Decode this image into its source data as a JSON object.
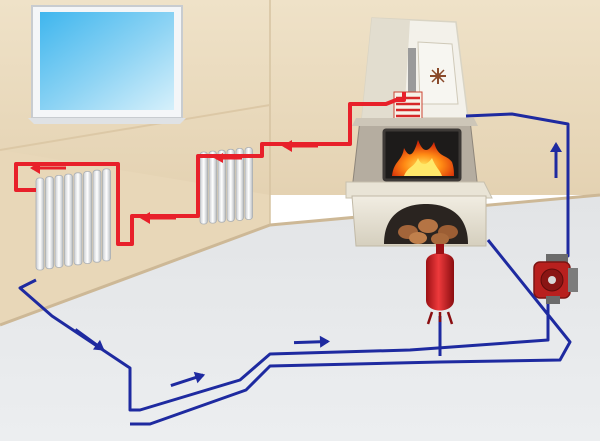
{
  "diagram": {
    "type": "fireplace-water-heating-circuit",
    "components": [
      {
        "id": "window",
        "icon": "window-icon"
      },
      {
        "id": "radiator-left",
        "icon": "radiator-icon"
      },
      {
        "id": "radiator-middle",
        "icon": "radiator-icon"
      },
      {
        "id": "fireplace",
        "icon": "fireplace-icon"
      },
      {
        "id": "heat-exchanger",
        "icon": "coil-icon"
      },
      {
        "id": "expansion-tank",
        "icon": "tank-icon"
      },
      {
        "id": "circulation-pump",
        "icon": "pump-icon"
      }
    ],
    "pipes": [
      {
        "id": "supply-pipe",
        "kind": "hot",
        "color": "#e8202a"
      },
      {
        "id": "return-pipe",
        "kind": "cold",
        "color": "#1e2aa0"
      }
    ],
    "flow_arrows": {
      "hot_count": 4,
      "cold_count": 4
    },
    "colors": {
      "wall": "#ecdcc0",
      "floor": "#e6e8ea",
      "wall_trim": "#d8c4a2",
      "hot_pipe": "#e8202a",
      "cold_pipe": "#1e2aa0",
      "flame": "#ff7a10",
      "tank": "#d81e22",
      "pump": "#b8201e"
    }
  }
}
